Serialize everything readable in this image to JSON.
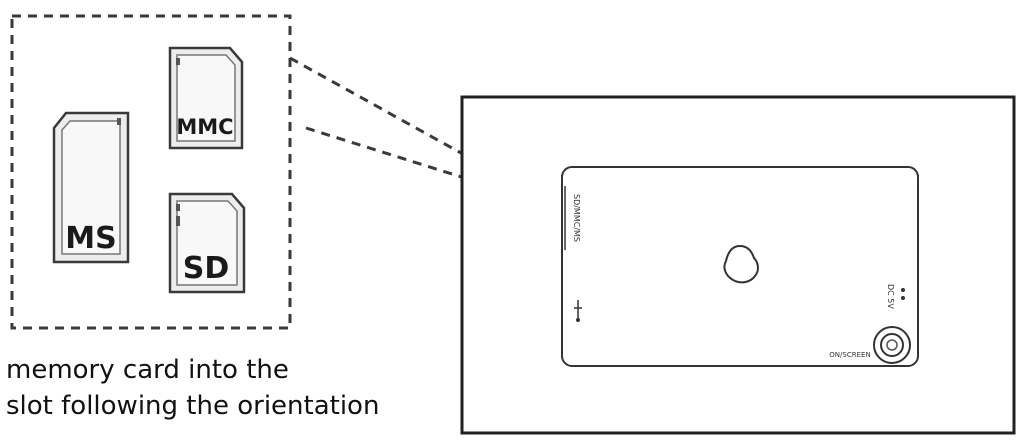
{
  "cards": {
    "ms_label": "MS",
    "mmc_label": "MMC",
    "sd_label": "SD"
  },
  "device": {
    "slot_label": "SD/MMC/MS",
    "dc_label": "DC 5V",
    "dial_label": "ON/SCREEN"
  },
  "caption": {
    "line1": "memory card into the",
    "line2": "slot following the orientation"
  },
  "colors": {
    "line": "#3a3a3a",
    "card_fill": "#ededed",
    "card_text": "#1a1a1a"
  }
}
